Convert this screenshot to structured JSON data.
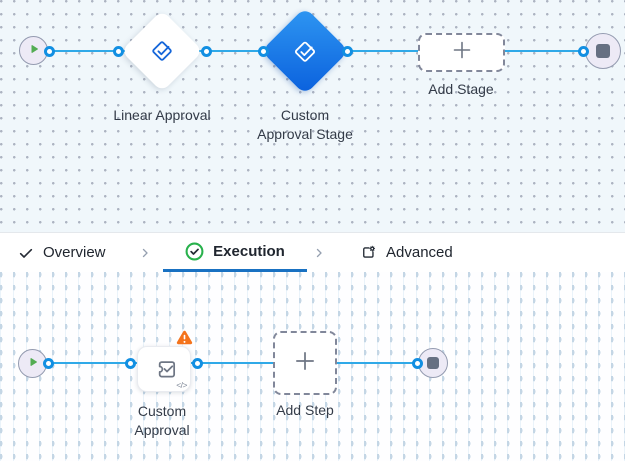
{
  "colors": {
    "edge_blue": "#2FA9E8",
    "connector_blue": "#128FE2",
    "active_tab_underline": "#1971C2",
    "stage_blue_gradient_start": "#2F97F2",
    "stage_blue_gradient_end": "#0A60DD",
    "warning_orange": "#F4731C",
    "success_green": "#28B14C",
    "play_green": "#53AC53",
    "canvas_top_bg": "#F0F7FB",
    "canvas_bottom_bg": "#FEFEFF"
  },
  "stage_canvas": {
    "stages": [
      {
        "label": "Linear Approval",
        "selected": false
      },
      {
        "label": "Custom Approval Stage",
        "selected": true
      }
    ],
    "add_stage": {
      "label": "Add Stage"
    }
  },
  "tab_bar": {
    "tabs": [
      {
        "label": "Overview",
        "state": "complete"
      },
      {
        "label": "Execution",
        "state": "active"
      },
      {
        "label": "Advanced",
        "state": "default"
      }
    ]
  },
  "step_canvas": {
    "steps": [
      {
        "label": "Custom Approval",
        "has_warning": true,
        "code_badge": "</>"
      }
    ],
    "add_step": {
      "label": "Add Step"
    }
  },
  "icons": {
    "start": "play-icon",
    "end": "stop-icon",
    "stage": "approval-stage-icon",
    "step": "puzzle-check-icon",
    "warning": "warning-triangle-icon",
    "overview_tab": "check-icon",
    "execution_tab": "check-circle-icon",
    "advanced_tab": "settings-box-icon",
    "tab_separator": "chevron-right-icon",
    "add": "plus-icon"
  }
}
